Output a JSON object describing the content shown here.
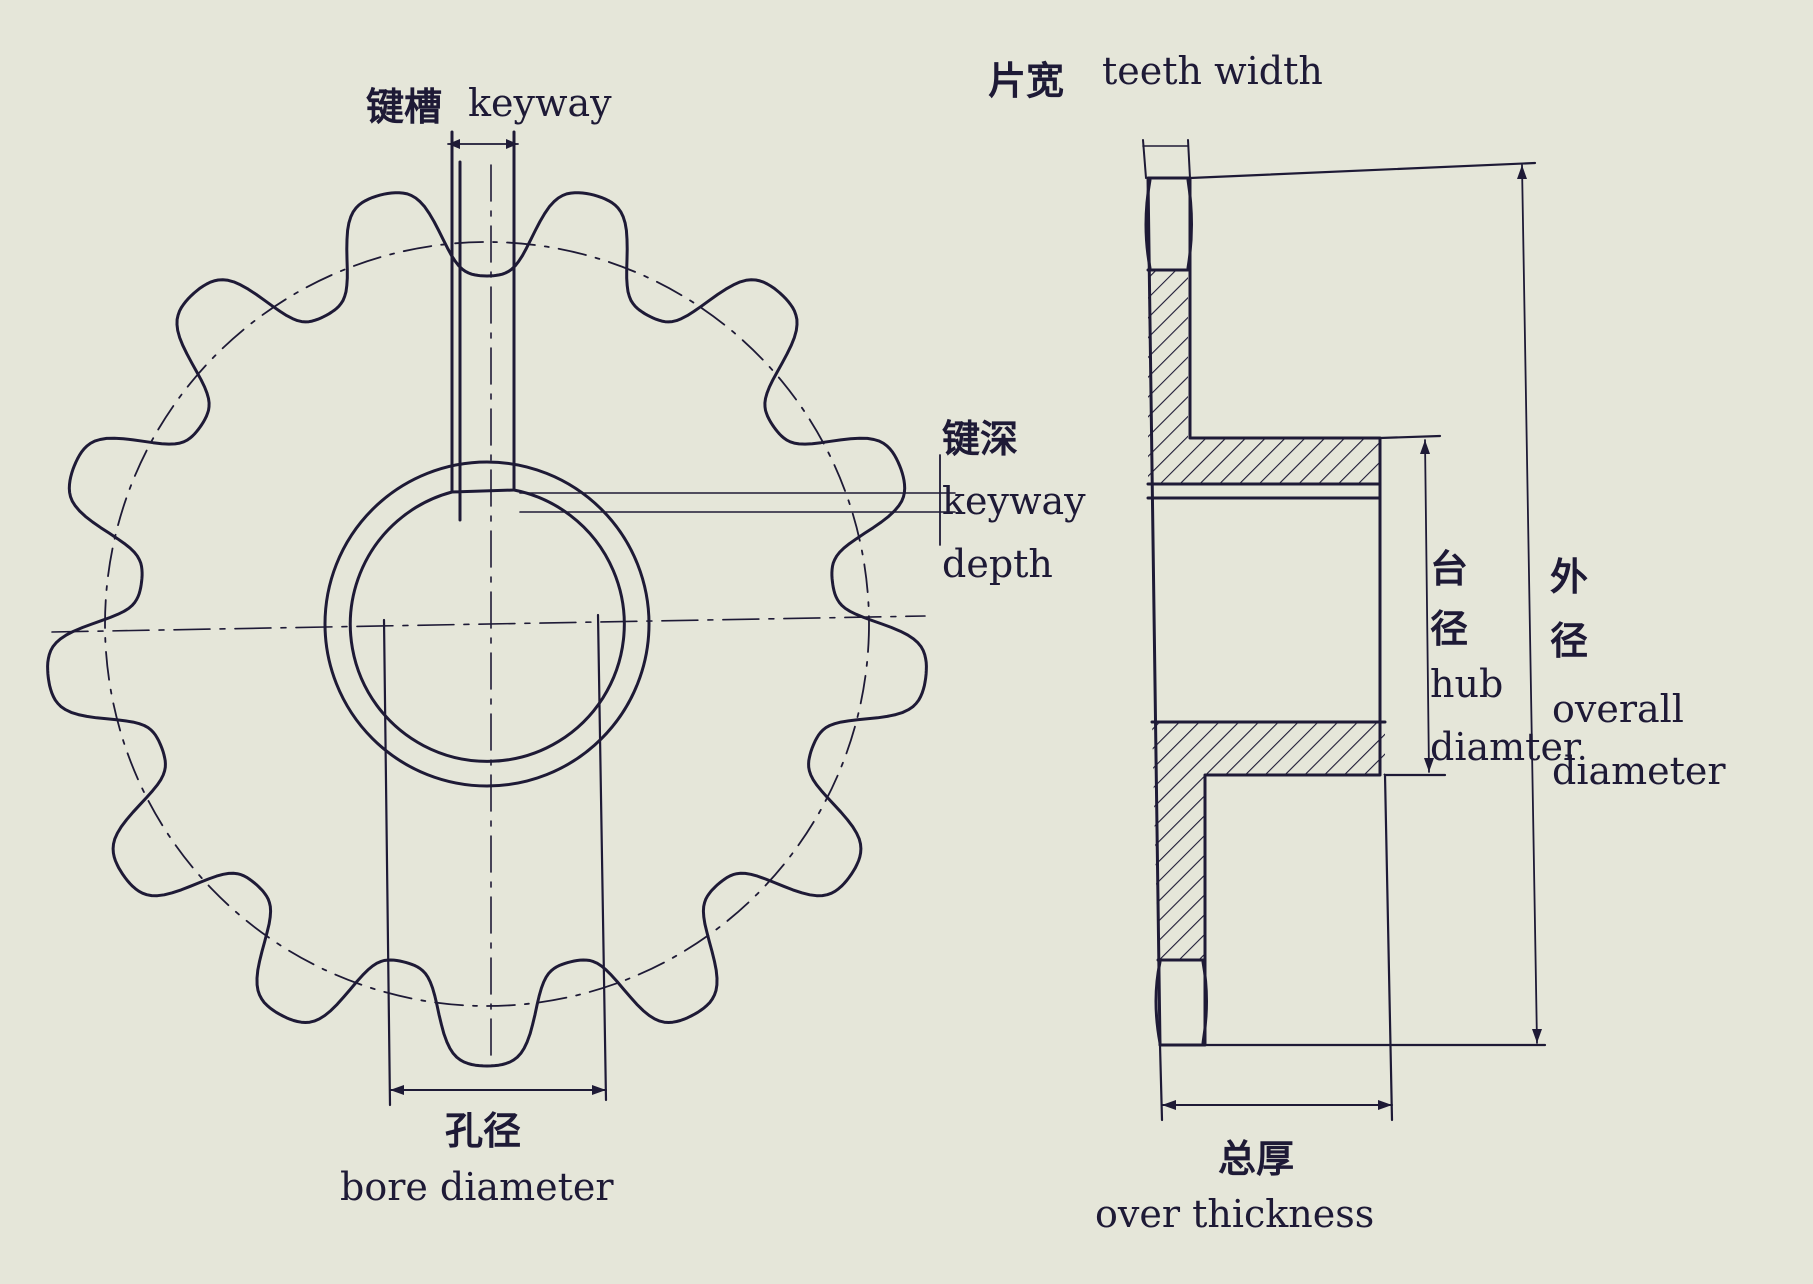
{
  "labels": {
    "keyway": {
      "cn": "键槽",
      "en": "keyway"
    },
    "teeth_width": {
      "cn": "片宽",
      "en": "teeth  width"
    },
    "keyway_depth": {
      "cn": "键深",
      "en1": "keyway",
      "en2": "depth"
    },
    "hub_diameter": {
      "cn1": "台",
      "cn2": "径",
      "en1": "hub",
      "en2": "diamter"
    },
    "overall_diameter": {
      "cn1": "外",
      "cn2": "径",
      "en1": "overall",
      "en2": "diameter"
    },
    "bore_diameter": {
      "cn": "孔径",
      "en": "bore  diameter"
    },
    "over_thickness": {
      "cn": "总厚",
      "en": "over  thickness"
    }
  },
  "sprocket": {
    "teeth": 13
  },
  "colors": {
    "background": "#e5e6d9",
    "ink": "#1e1a36"
  }
}
